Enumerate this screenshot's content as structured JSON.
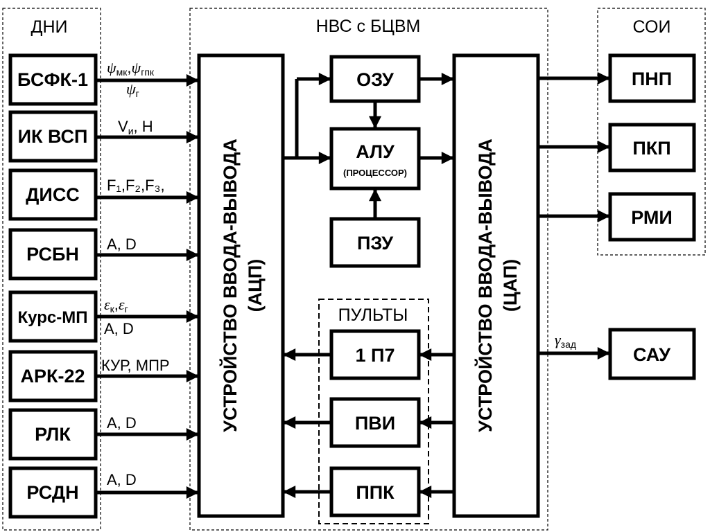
{
  "groups": {
    "dni": "ДНИ",
    "nvs": "НВС с БЦВМ",
    "soi": "СОИ",
    "pulty": "ПУЛЬТЫ"
  },
  "sensors": [
    "БСФК-1",
    "ИК ВСП",
    "ДИСС",
    "РСБН",
    "Курс-МП",
    "АРК-22",
    "РЛК",
    "РСДН"
  ],
  "signals": {
    "bsfk_psi": "ψ",
    "bsfk_mk": "мк",
    "bsfk_comma": ",",
    "bsfk_psi2": "ψ",
    "bsfk_gpk": "гпк",
    "bsfk_psi3": "ψ",
    "bsfk_g": "г",
    "ikvsp": "V",
    "ikvsp_sub": "и",
    "ikvsp_tail": ", Н",
    "diss": "F₁,F₂,F₃,",
    "rsbn": "А, D",
    "kurs_eps": "ε",
    "kurs_k": "к",
    "kurs_comma": ",",
    "kurs_eps2": "ε",
    "kurs_g": "г",
    "kurs_ad": "А, D",
    "ark": "КУР, МПР",
    "rlk": "А, D",
    "rsdn": "А, D",
    "gamma": "γ",
    "gamma_sub": "зад"
  },
  "io_left": {
    "line1": "УСТРОЙСТВО ВВОДА-ВЫВОДА",
    "line2": "(АЦП)"
  },
  "io_right": {
    "line1": "УСТРОЙСТВО ВВОДА-ВЫВОДА",
    "line2": "(ЦАП)"
  },
  "cpu": {
    "ozu": "ОЗУ",
    "alu": "АЛУ",
    "alu_sub": "(ПРОЦЕССОР)",
    "pzu": "ПЗУ"
  },
  "consoles": [
    "1 П7",
    "ПВИ",
    "ППК"
  ],
  "outputs": [
    "ПНП",
    "ПКП",
    "РМИ"
  ],
  "sau": "САУ"
}
